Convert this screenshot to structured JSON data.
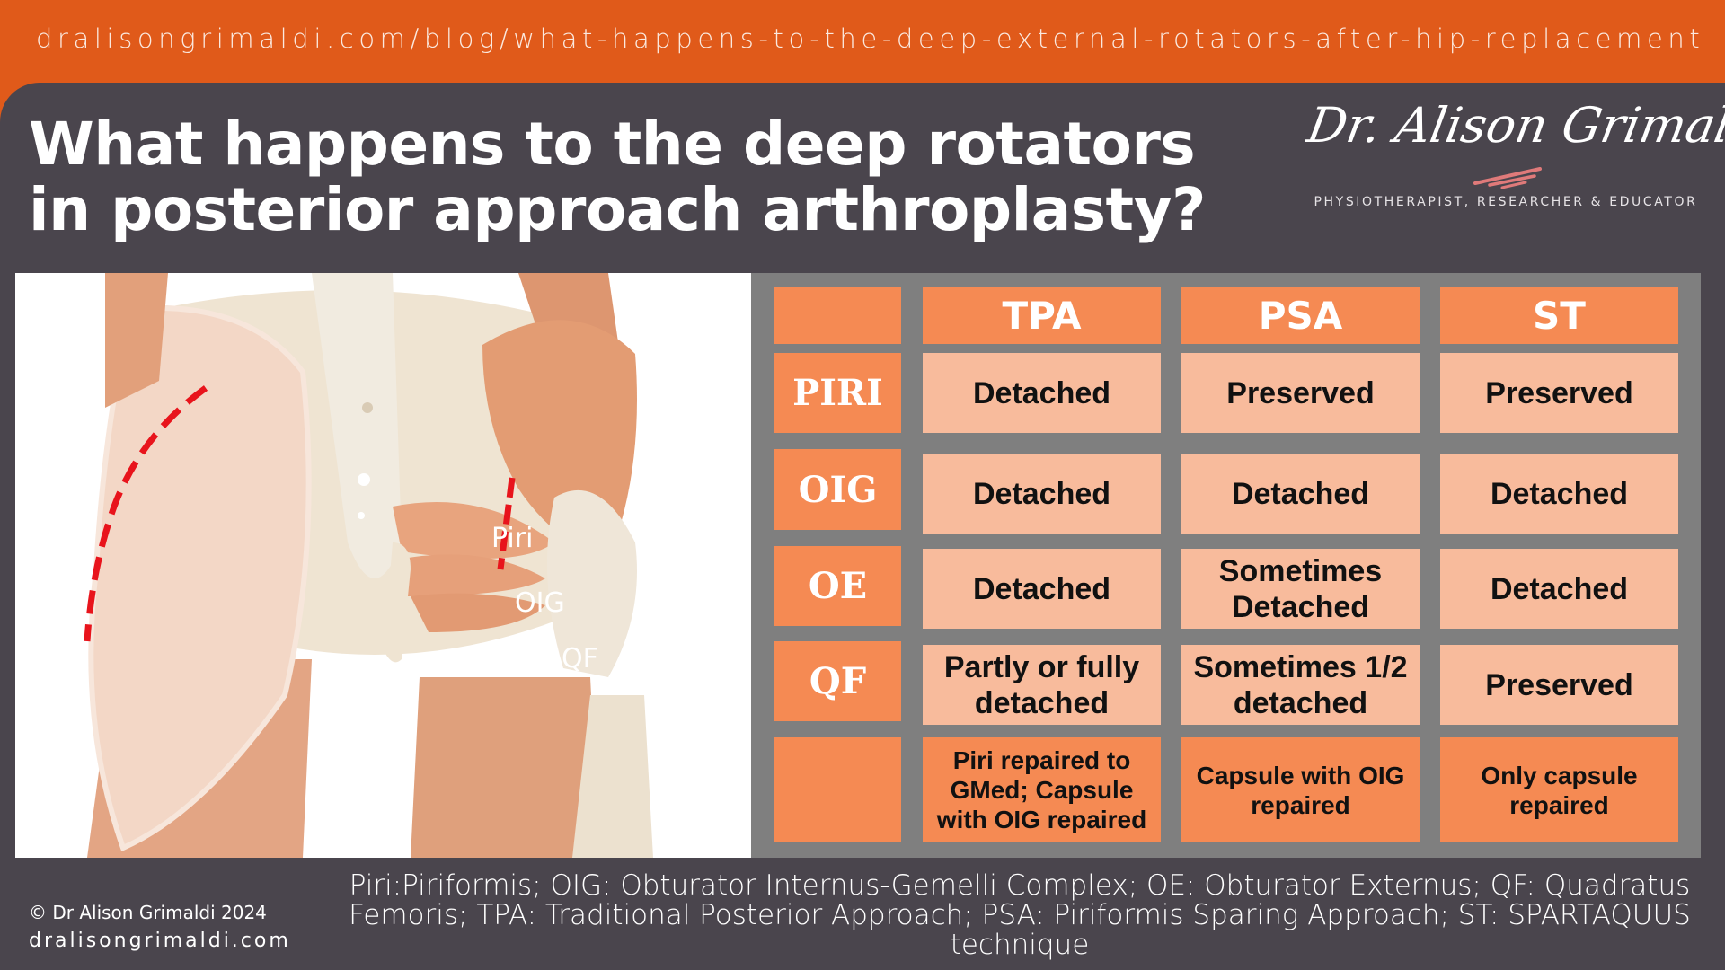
{
  "header": {
    "url": "dralisongrimaldi.com/blog/what-happens-to-the-deep-external-rotators-after-hip-replacement"
  },
  "title": {
    "line1": "What happens to the deep rotators",
    "line2": "in posterior approach arthroplasty?"
  },
  "brand": {
    "name": "Dr. Alison Grimaldi",
    "tagline": "PHYSIOTHERAPIST, RESEARCHER & EDUCATOR",
    "swash_color": "#e07a7a"
  },
  "figure": {
    "labels": {
      "piri": "Piri",
      "oig": "OIG",
      "qf": "QF"
    },
    "incision_color": "#e8141c"
  },
  "table": {
    "columns": [
      "",
      "TPA",
      "PSA",
      "ST"
    ],
    "rows": [
      {
        "label": "PIRI",
        "cells": [
          "Detached",
          "Preserved",
          "Preserved"
        ]
      },
      {
        "label": "OIG",
        "cells": [
          "Detached",
          "Detached",
          "Detached"
        ]
      },
      {
        "label": "OE",
        "cells": [
          "Detached",
          "Sometimes Detached",
          "Detached"
        ]
      },
      {
        "label": "QF",
        "cells": [
          "Partly or fully detached",
          "Sometimes 1/2 detached",
          "Preserved"
        ]
      },
      {
        "label": "",
        "cells": [
          "Piri repaired to GMed; Capsule with OIG repaired",
          "Capsule with OIG repaired",
          "Only capsule repaired"
        ]
      }
    ]
  },
  "footer": {
    "copyright": "© Dr Alison Grimaldi 2024",
    "url": "dralisongrimaldi.com",
    "legend": "Piri:Piriformis; OIG: Obturator Internus-Gemelli Complex; OE: Obturator Externus; QF: Quadratus Femoris; TPA: Traditional Posterior Approach; PSA: Piriformis Sparing Approach; ST: SPARTAQUUS technique"
  },
  "colors": {
    "orange_brand": "#e05a1a",
    "dark_panel": "#4a454d",
    "table_bg": "#7f7f7f",
    "header_cell": "#f58a53",
    "data_cell": "#f8bb9c"
  }
}
